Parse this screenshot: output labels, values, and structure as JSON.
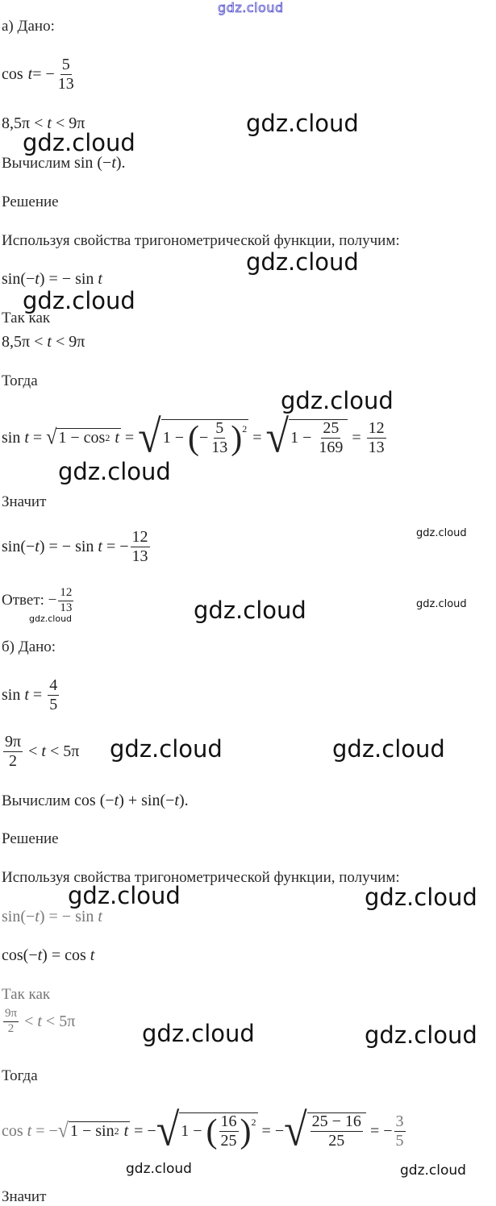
{
  "watermark": {
    "top": "gdz.cloud",
    "text": "gdz.cloud",
    "top_color": "#4a48c8"
  },
  "part_a": {
    "heading": "а) Дано:",
    "given_cos": {
      "lhs": "cos",
      "var": "t",
      "eq": " = −",
      "num": "5",
      "den": "13"
    },
    "given_interval": {
      "left": "8,5π",
      "lt1": " < ",
      "var": "t",
      "lt2": " < ",
      "right": "9π"
    },
    "task": {
      "prefix": "Вычислим ",
      "expr": "sin (−",
      "var": "t",
      "suffix": ")."
    },
    "solution_label": "Решение",
    "property_text": "Используя свойства тригонометрической функции, получим:",
    "identity": {
      "lhs": "sin(−",
      "var": "t",
      "mid": ") = − sin ",
      "var2": "t"
    },
    "since_label": "Так как",
    "since_interval": {
      "left": "8,5π",
      "lt1": " < ",
      "var": "t",
      "lt2": " < ",
      "right": "9π"
    },
    "then_label": "Тогда",
    "sin_calc": {
      "lhs": "sin ",
      "var": "t",
      "eq1": " = ",
      "root1": "1 − cos",
      "root1_sup": "2",
      "root1_var": "t",
      "eq2": " = ",
      "root2_one": "1 − ",
      "root2_minus": "−",
      "root2_num": "5",
      "root2_den": "13",
      "root2_exp": "2",
      "eq3": " = ",
      "root3_one": "1 − ",
      "root3_num": "25",
      "root3_den": "169",
      "eq4": " = ",
      "res_num": "12",
      "res_den": "13"
    },
    "therefore_label": "Значит",
    "result": {
      "lhs": "sin(−",
      "var": "t",
      "mid": ") = − sin ",
      "var2": "t",
      "eq": " = −",
      "num": "12",
      "den": "13"
    },
    "answer": {
      "label": "Ответ: −",
      "num": "12",
      "den": "13"
    }
  },
  "part_b": {
    "heading": "б) Дано:",
    "given_sin": {
      "lhs": "sin ",
      "var": "t",
      "eq": " = ",
      "num": "4",
      "den": "5"
    },
    "given_interval": {
      "num": "9π",
      "den": "2",
      "lt1": " < ",
      "var": "t",
      "lt2": " < ",
      "right": "5π"
    },
    "task": {
      "prefix": "Вычислим ",
      "expr1": "cos (−",
      "var1": "t",
      "mid": ") + sin(−",
      "var2": "t",
      "suffix": ")."
    },
    "solution_label": "Решение",
    "property_text": "Используя свойства тригонометрической функции, получим:",
    "identity_sin": {
      "lhs": "sin(−",
      "var": "t",
      "mid": ") = − sin ",
      "var2": "t"
    },
    "identity_cos": {
      "lhs": "cos(−",
      "var": "t",
      "mid": ") = cos ",
      "var2": "t"
    },
    "since_label": "Так как",
    "since_interval": {
      "num": "9π",
      "den": "2",
      "lt1": " < ",
      "var": "t",
      "lt2": " < ",
      "right": "5π"
    },
    "then_label": "Тогда",
    "cos_calc": {
      "lhs": "cos ",
      "var": "t",
      "eq1": " = −",
      "root1": "1 − sin",
      "root1_sup": "2",
      "root1_var": "t",
      "eq2": " = −",
      "root2_one": "1 − ",
      "root2_num": "16",
      "root2_den": "25",
      "root2_exp": "2",
      "eq3": " = −",
      "root3_num": "25 − 16",
      "root3_den": "25",
      "eq4": " = −",
      "res_num": "3",
      "res_den": "5"
    },
    "therefore_label": "Значит"
  }
}
